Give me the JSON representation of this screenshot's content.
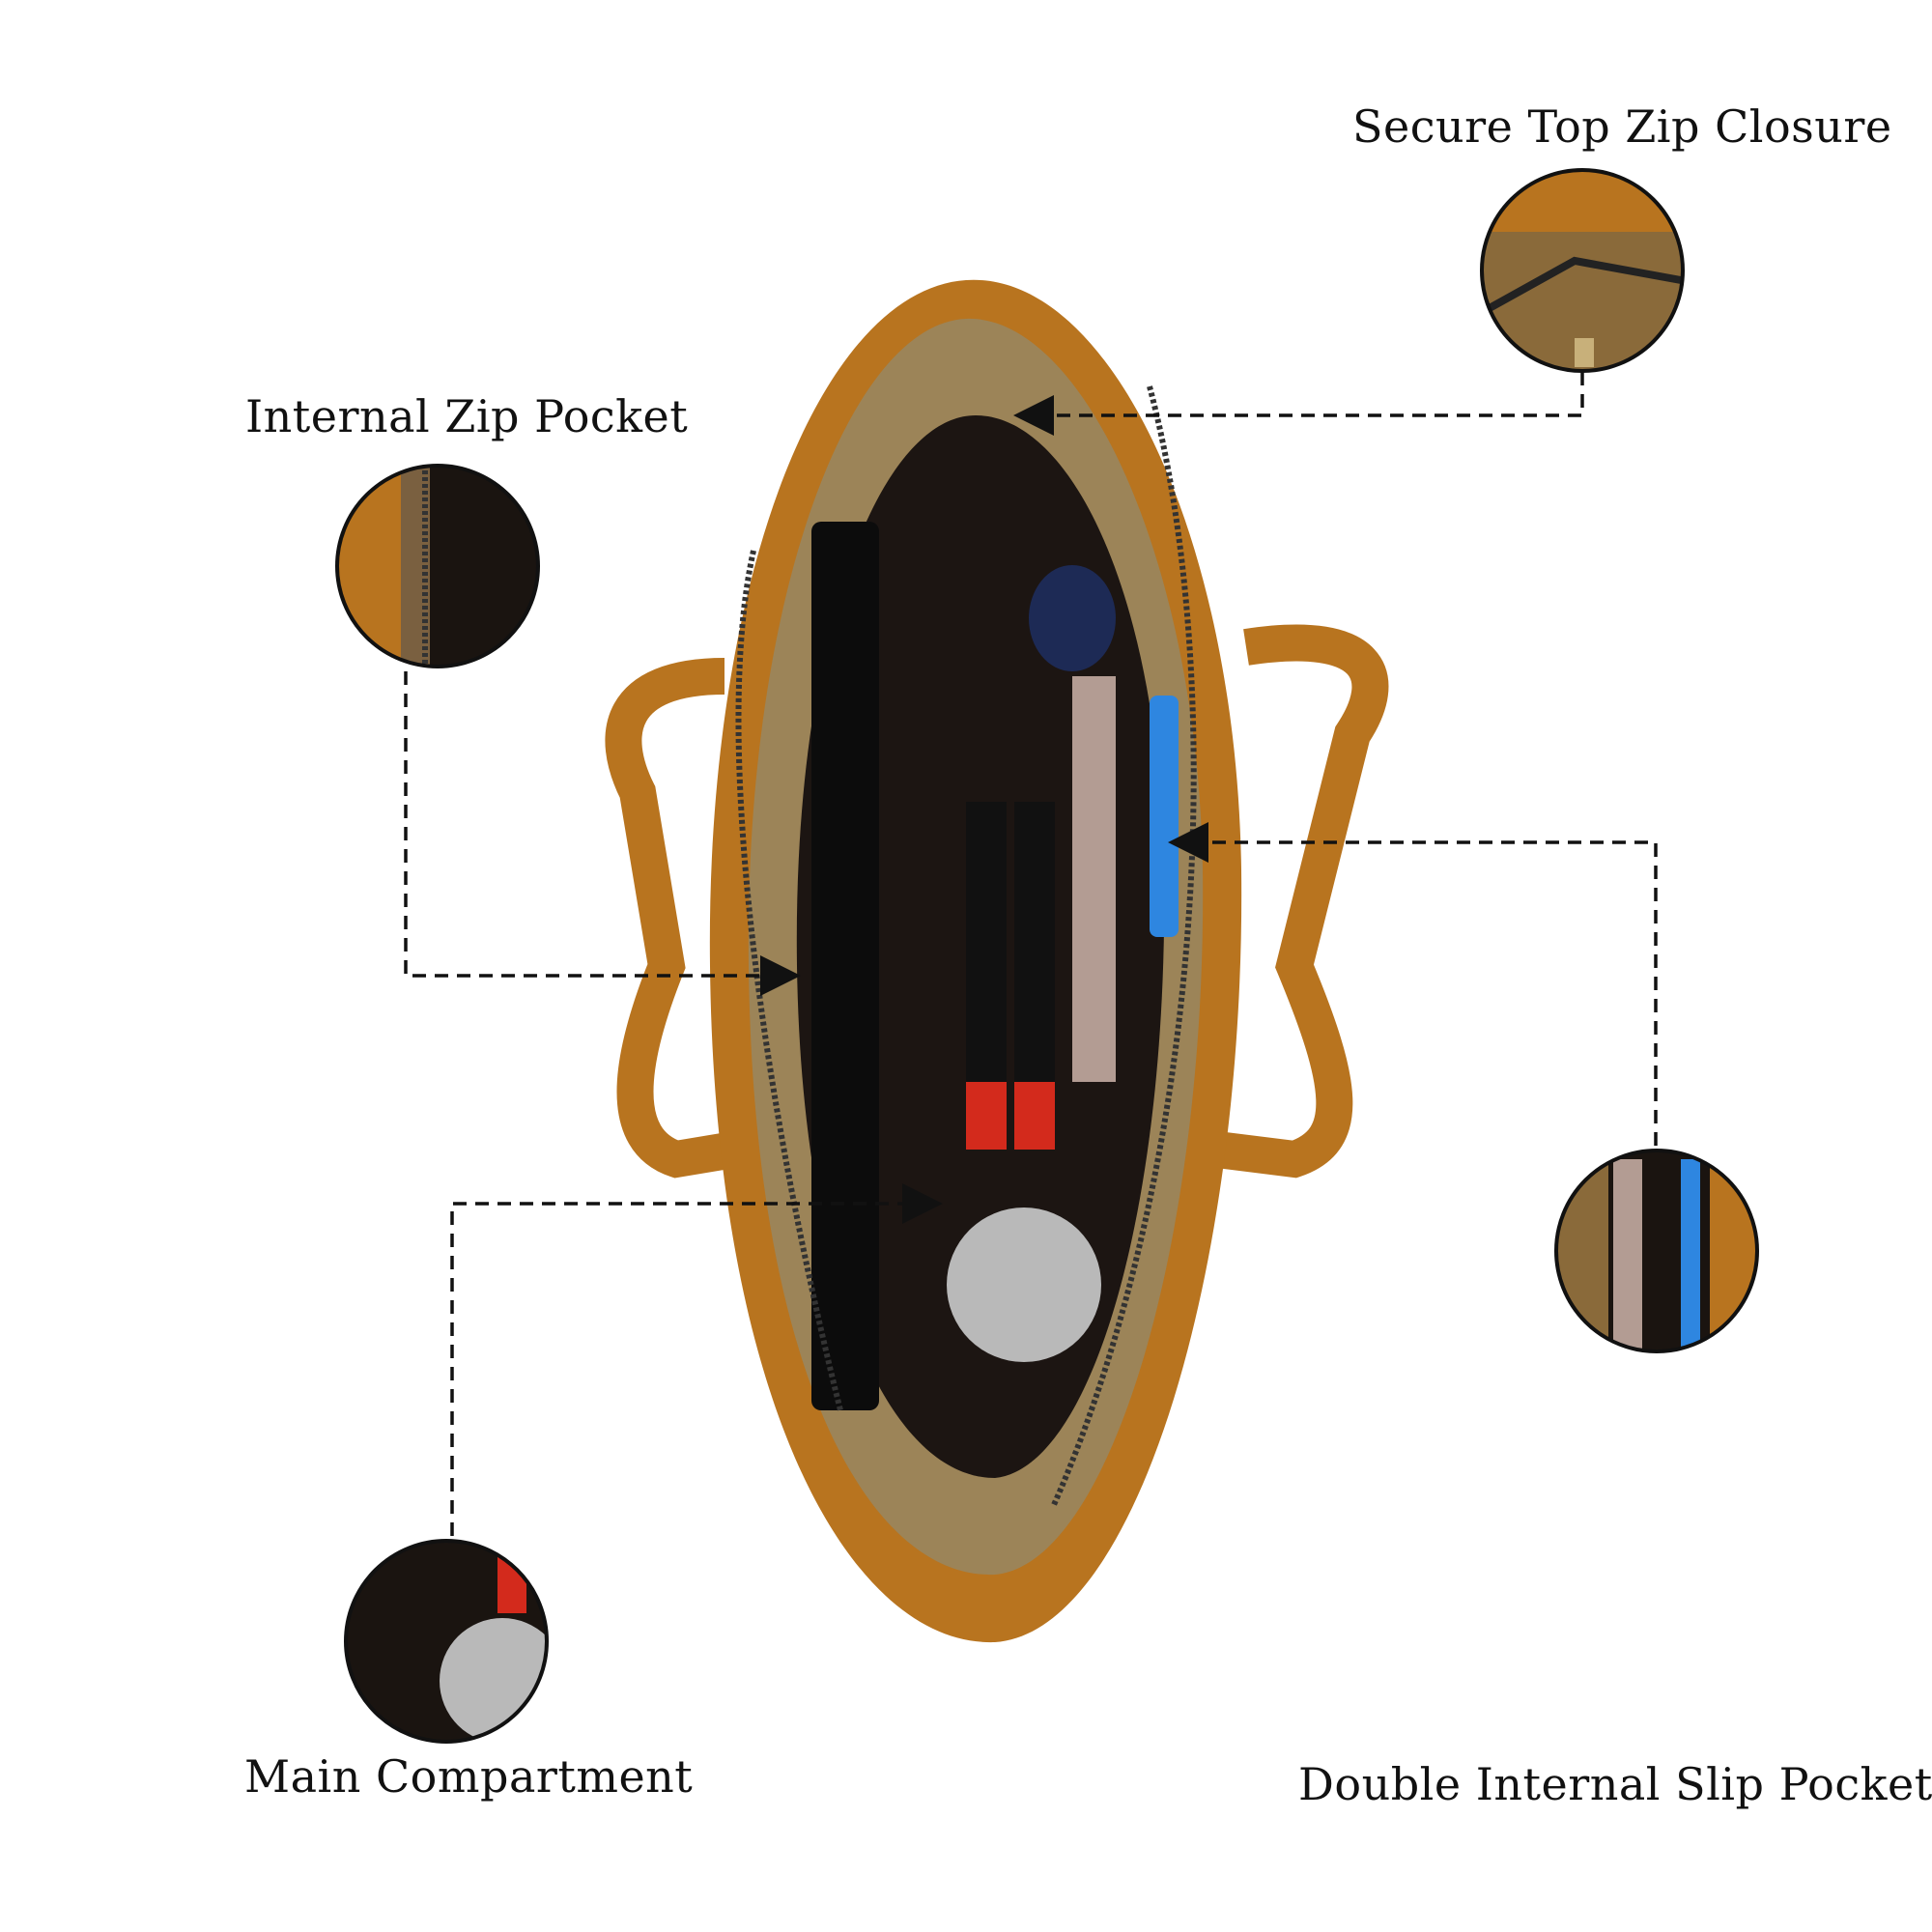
{
  "features": [
    {
      "id": "top-zip",
      "label": "Secure Top Zip Closure"
    },
    {
      "id": "internal-zip",
      "label": "Internal Zip Pocket"
    },
    {
      "id": "main",
      "label": "Main Compartment"
    },
    {
      "id": "slip",
      "label": "Double Internal Slip Pocket"
    }
  ],
  "colors": {
    "leather": "#b8741f",
    "lining": "#9c8458",
    "interior": "#1c1512",
    "line": "#111111"
  }
}
